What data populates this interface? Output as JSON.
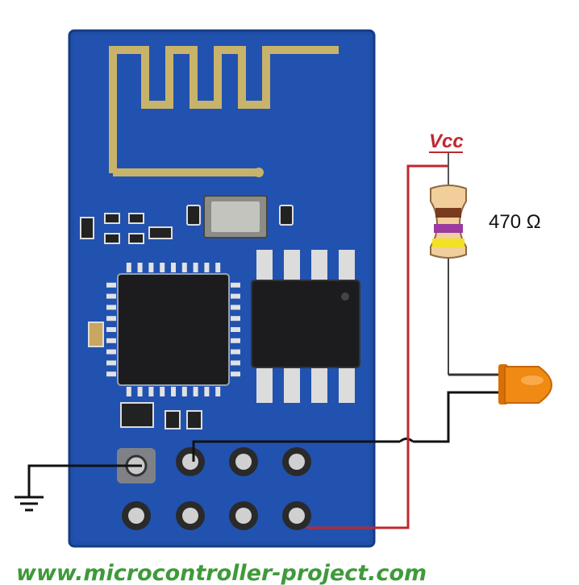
{
  "diagram": {
    "vcc_label": "Vcc",
    "resistor_label": "470 Ω",
    "website": "www.microcontroller-project.com"
  },
  "colors": {
    "board": "#1f4fa8",
    "board_dark": "#163b85",
    "antenna": "#c9b36a",
    "chip": "#1c1c1e",
    "wire_power": "#c0282e",
    "wire_signal": "#111111",
    "led": "#f08a12",
    "website": "#3f9a3a"
  },
  "components": {
    "board": "ESP8266 module",
    "antenna": "pcb-trace-antenna",
    "resistor_bands": [
      "brown",
      "violet",
      "yellow"
    ],
    "led": "orange-led",
    "ground": "ground-symbol"
  }
}
